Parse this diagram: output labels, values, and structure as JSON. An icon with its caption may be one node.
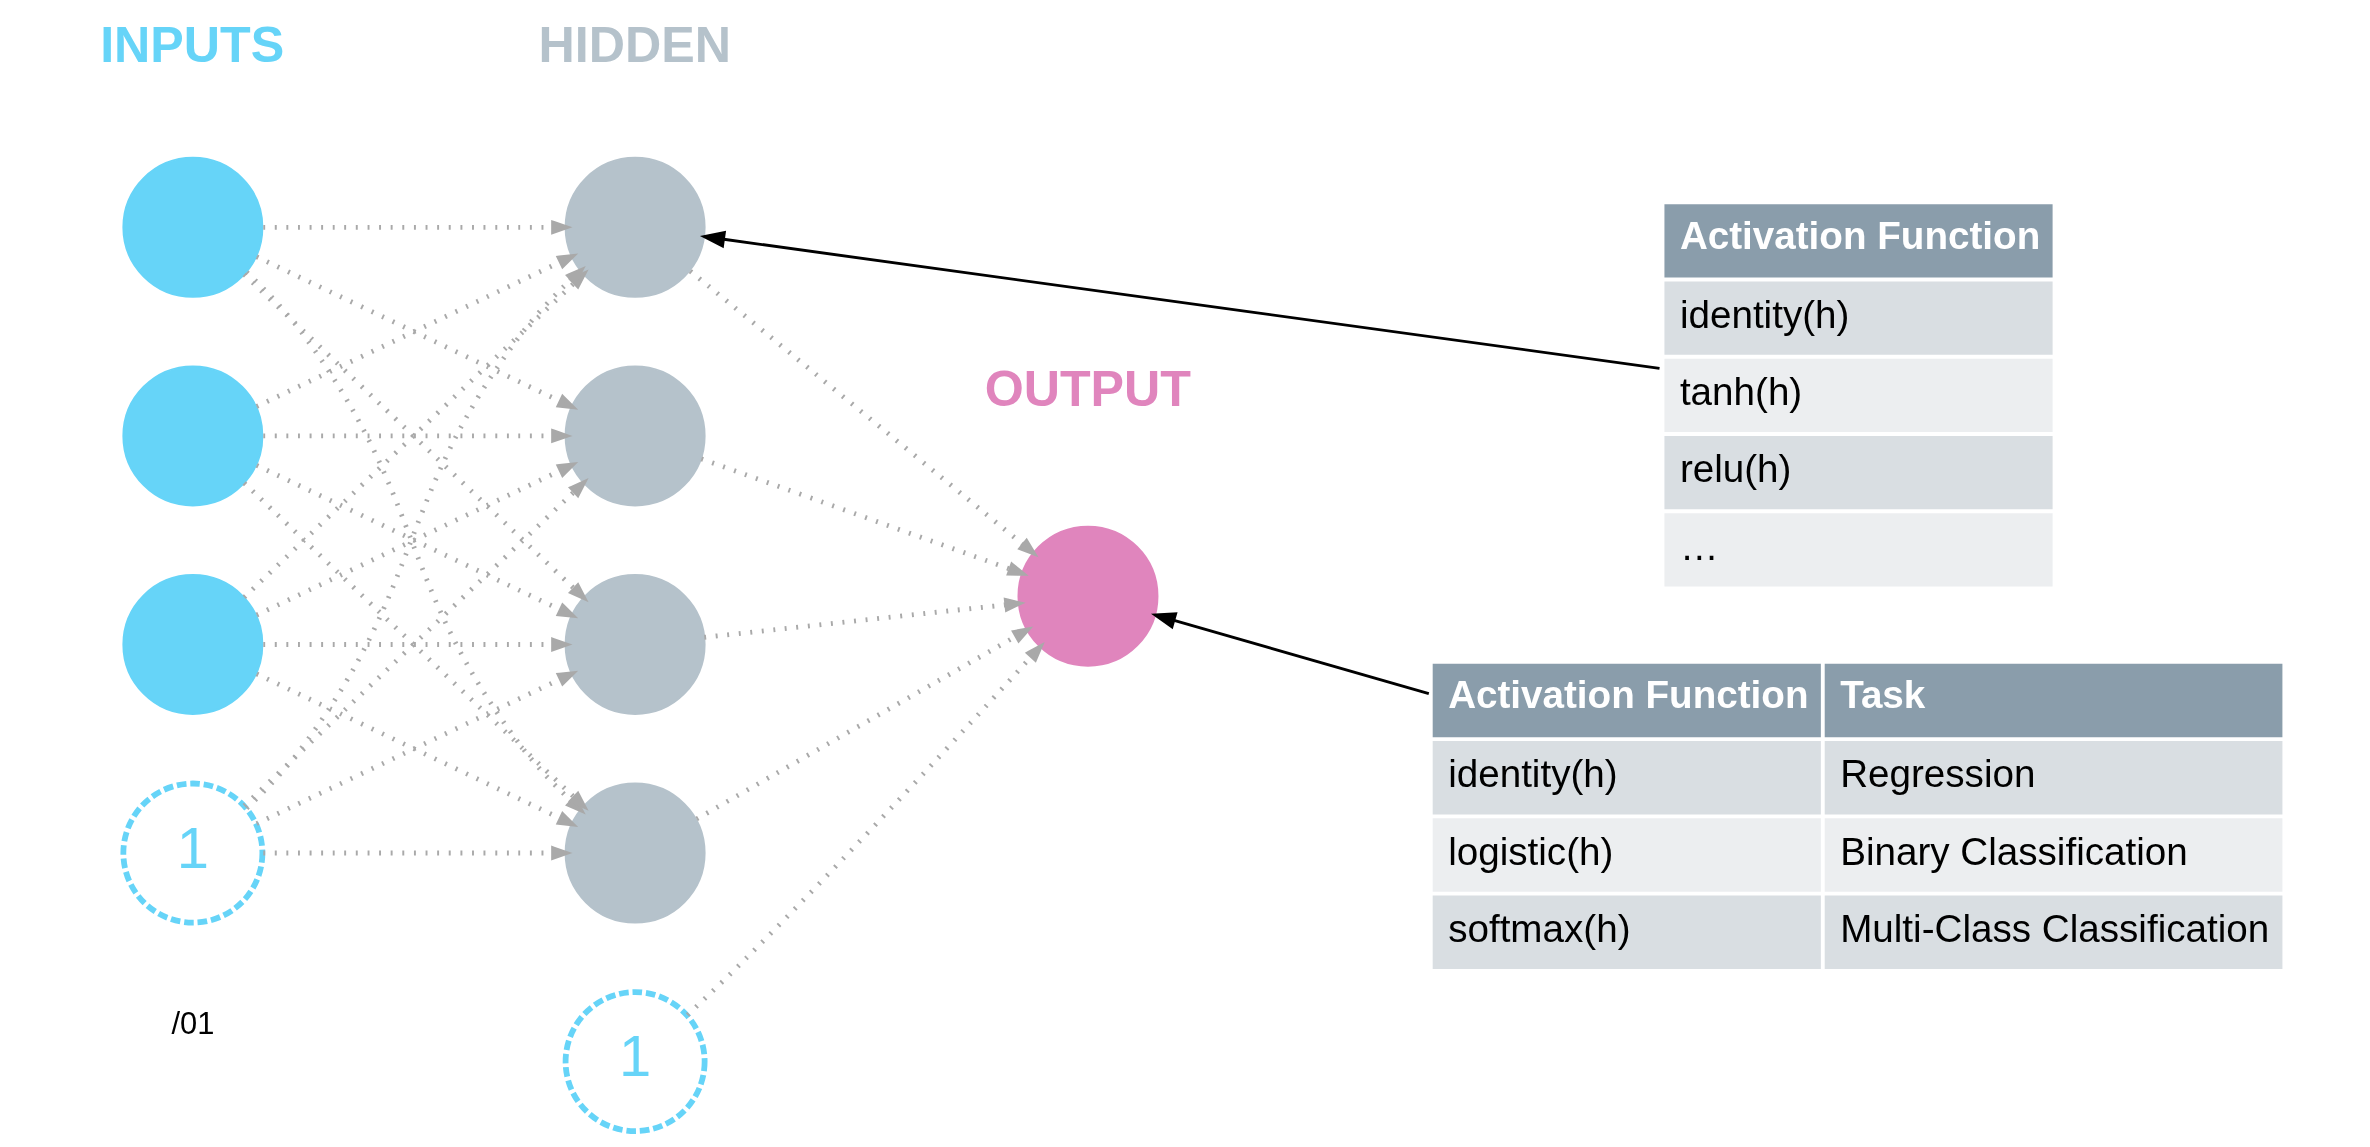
{
  "diagram": {
    "nodes": [
      {
        "text": [],
        "shape": "circle"
      },
      {
        "text": [],
        "shape": "circle"
      },
      {
        "text": [],
        "shape": "circle"
      },
      {
        "text": [
          "1"
        ]
      },
      {
        "text": [],
        "shape": "circle"
      },
      {
        "text": [],
        "shape": "circle"
      },
      {
        "text": [],
        "shape": "circle"
      },
      {
        "text": [],
        "shape": "circle"
      },
      {
        "text": [
          "1"
        ]
      },
      {
        "text": [],
        "shape": "circle"
      },
      {
        "text": [
          "Activation Function",
          "identity(h)",
          "tanh(h)",
          "relu(h)",
          "…"
        ]
      },
      {
        "text": [
          "Activation Function",
          "Task",
          "identity(h)",
          "Regression",
          "logistic(h)",
          "Binary Classification",
          "softmax(h)",
          "Multi-Class Classification"
        ]
      }
    ],
    "edges": [
      {
        "from": 0,
        "to": 4,
        "arrow": "to",
        "style": "dashed"
      },
      {
        "from": 0,
        "to": 5,
        "arrow": "to",
        "style": "dashed"
      },
      {
        "from": 0,
        "to": 6,
        "arrow": "to",
        "style": "dashed"
      },
      {
        "from": 0,
        "to": 7,
        "arrow": "to",
        "style": "dashed"
      },
      {
        "from": 1,
        "to": 4,
        "arrow": "to",
        "style": "dashed"
      },
      {
        "from": 1,
        "to": 5,
        "arrow": "to",
        "style": "dashed"
      },
      {
        "from": 1,
        "to": 6,
        "arrow": "to",
        "style": "dashed"
      },
      {
        "from": 1,
        "to": 7,
        "arrow": "to",
        "style": "dashed"
      },
      {
        "from": 2,
        "to": 4,
        "arrow": "to",
        "style": "dashed"
      },
      {
        "from": 2,
        "to": 5,
        "arrow": "to",
        "style": "dashed"
      },
      {
        "from": 2,
        "to": 6,
        "arrow": "to",
        "style": "dashed"
      },
      {
        "from": 2,
        "to": 7,
        "arrow": "to",
        "style": "dashed"
      },
      {
        "from": 3,
        "to": 4,
        "arrow": "to",
        "style": "dashed"
      },
      {
        "from": 3,
        "to": 5,
        "arrow": "to",
        "style": "dashed"
      },
      {
        "from": 3,
        "to": 6,
        "arrow": "to",
        "style": "dashed"
      },
      {
        "from": 3,
        "to": 7,
        "arrow": "to",
        "style": "dashed"
      },
      {
        "from": 4,
        "to": 9,
        "arrow": "to",
        "style": "dashed"
      },
      {
        "from": 5,
        "to": 9,
        "arrow": "to",
        "style": "dashed"
      },
      {
        "from": 6,
        "to": 9,
        "arrow": "to",
        "style": "dashed"
      },
      {
        "from": 7,
        "to": 9,
        "arrow": "to",
        "style": "dashed"
      },
      {
        "from": 8,
        "to": 9,
        "arrow": "to",
        "style": "dashed"
      },
      {
        "from": 10,
        "to": 4,
        "arrow": "to",
        "color": "#000000"
      },
      {
        "from": 11,
        "to": 9,
        "arrow": "to",
        "color": "#000000"
      }
    ],
    "labels": [
      "INPUTS",
      "HIDDEN",
      "OUTPUT",
      "/01"
    ]
  }
}
